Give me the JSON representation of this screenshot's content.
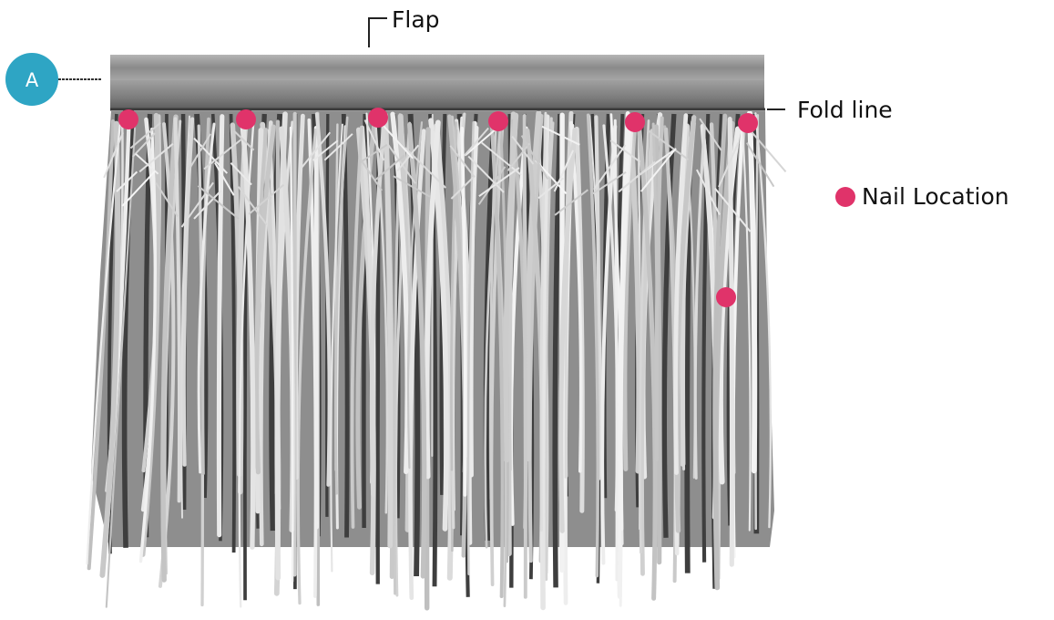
{
  "labels": {
    "flap": "Flap",
    "fold_line": "Fold line",
    "badge": "A"
  },
  "legend": {
    "nail_location": "Nail Location"
  },
  "colors": {
    "badge": "#2ea5c4",
    "nail": "#e0336a",
    "thatch_dark": "#4a4a4a",
    "thatch_light": "#e6e6e6",
    "flap": "#9a9a9a"
  },
  "nail_count": 7
}
